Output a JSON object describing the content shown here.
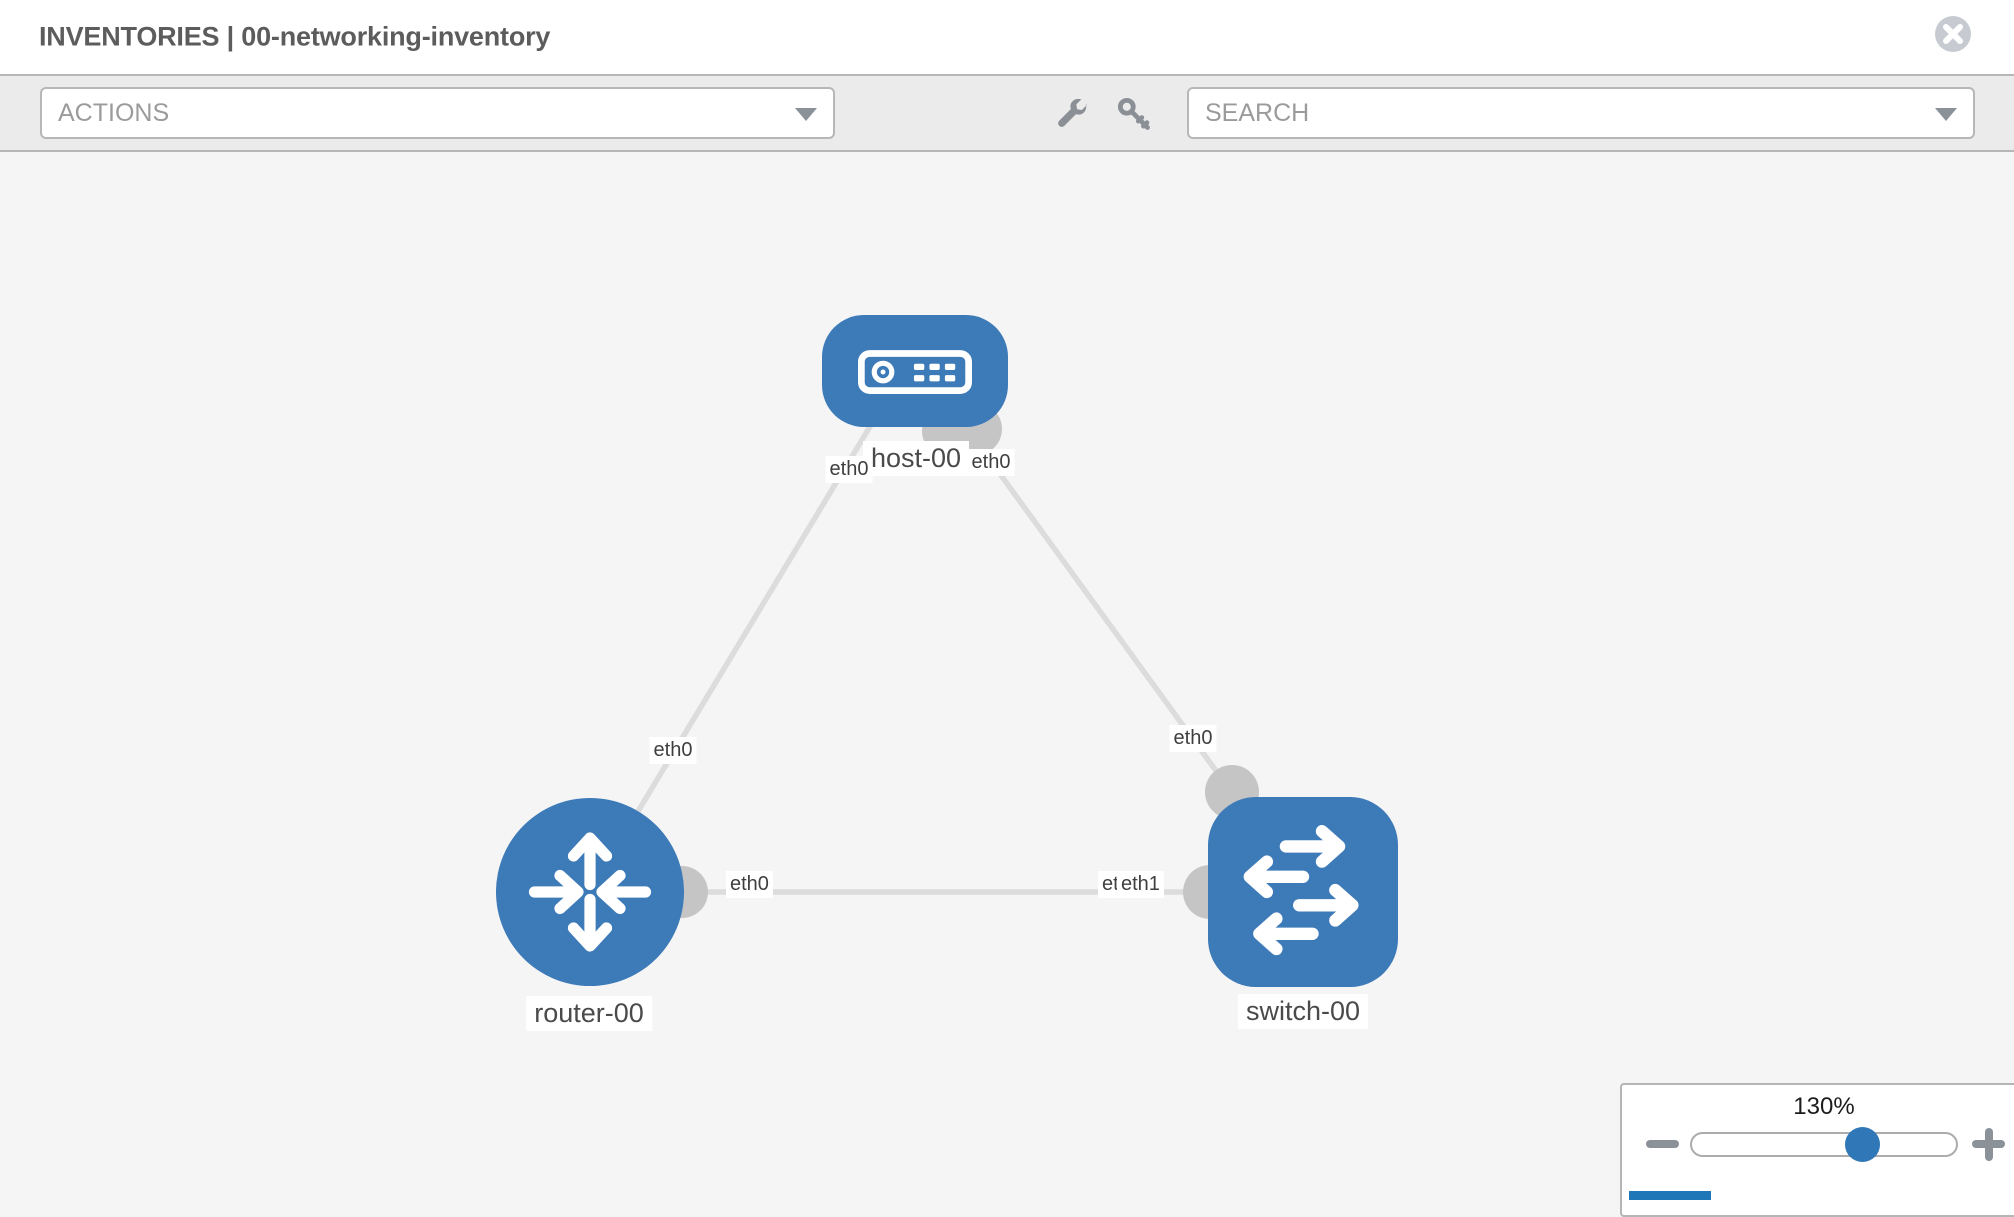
{
  "header": {
    "title": "INVENTORIES | 00-networking-inventory"
  },
  "toolbar": {
    "actions_label": "ACTIONS",
    "search_placeholder": "SEARCH"
  },
  "icons": {
    "close": "close-icon",
    "wrench": "wrench-icon",
    "key": "key-icon",
    "actions_caret": "chevron-down-icon",
    "search_caret": "chevron-down-icon"
  },
  "topology": {
    "nodes": [
      {
        "label": "host-00",
        "type": "host"
      },
      {
        "label": "router-00",
        "type": "router"
      },
      {
        "label": "switch-00",
        "type": "switch"
      }
    ],
    "links": [
      {
        "source": "host-00",
        "target": "router-00",
        "source_interface": "eth0",
        "target_interface": "eth0"
      },
      {
        "source": "host-00",
        "target": "switch-00",
        "source_interface": "eth0",
        "target_interface": "eth0"
      },
      {
        "source": "router-00",
        "target": "switch-00",
        "source_interface": "eth0",
        "target_interface": "eth1",
        "overlapped_label": "eth0"
      }
    ]
  },
  "zoom_control": {
    "level": "130%"
  },
  "colors": {
    "node_blue": "#3d7ab8",
    "link_gray": "#dcdcdc",
    "port_gray": "#c5c5c5",
    "toolbar_gray": "#ebebeb",
    "thumb_blue": "#2f77b6",
    "strip_blue": "#2077b8"
  }
}
